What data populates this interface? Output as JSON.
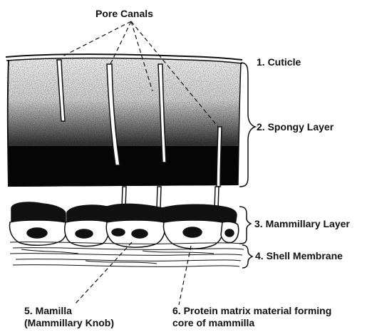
{
  "labels": {
    "pore_canals": "Pore Canals",
    "cuticle": "1. Cuticle",
    "spongy_layer": "2. Spongy Layer",
    "mammillary_layer": "3. Mammillary Layer",
    "shell_membrane": "4. Shell Membrane",
    "mamilla_line1": "5. Mamilla",
    "mamilla_line2": "(Mammillary Knob)",
    "protein_line1": "6. Protein matrix material forming",
    "protein_line2": "core of mammilla"
  }
}
